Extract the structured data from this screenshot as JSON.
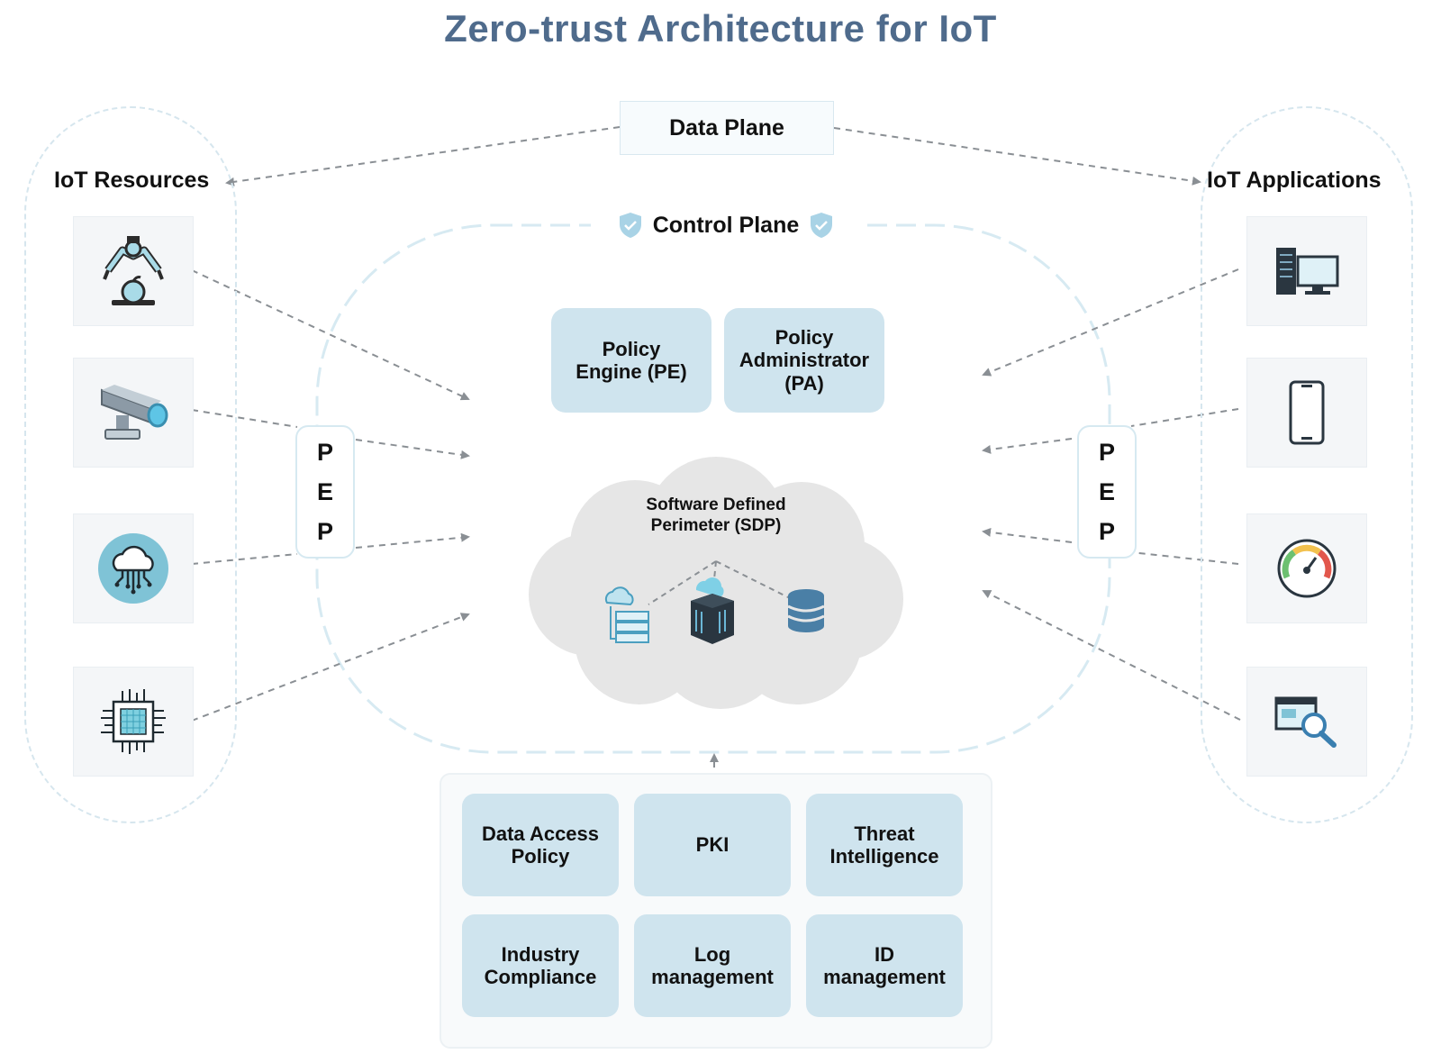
{
  "title": "Zero-trust Architecture for IoT",
  "data_plane": "Data Plane",
  "control_plane": "Control Plane",
  "iot_resources": {
    "title": "IoT Resources",
    "icons": [
      "robotic-arm-icon",
      "security-camera-icon",
      "cloud-network-icon",
      "microchip-icon"
    ]
  },
  "iot_applications": {
    "title": "IoT Applications",
    "icons": [
      "desktop-computer-icon",
      "smartphone-icon",
      "speedometer-gauge-icon",
      "web-search-icon"
    ]
  },
  "control_components": {
    "policy_engine": "Policy\nEngine (PE)",
    "policy_administrator": "Policy\nAdministrator\n(PA)"
  },
  "pep": {
    "left": [
      "P",
      "E",
      "P"
    ],
    "right": [
      "P",
      "E",
      "P"
    ]
  },
  "sdp": {
    "label": "Software Defined\nPerimeter (SDP)",
    "icons": [
      "cloud-server-icon",
      "server-rack-icon",
      "database-icon"
    ]
  },
  "services": [
    "Data Access\nPolicy",
    "PKI",
    "Threat\nIntelligence",
    "Industry\nCompliance",
    "Log\nmanagement",
    "ID\nmanagement"
  ],
  "colors": {
    "title": "#4f6b8c",
    "box_fill": "#cfe4ee",
    "dashed_outline": "#d6e6ee",
    "arrow": "#8a8f94",
    "shield": "#a9d3e6"
  }
}
